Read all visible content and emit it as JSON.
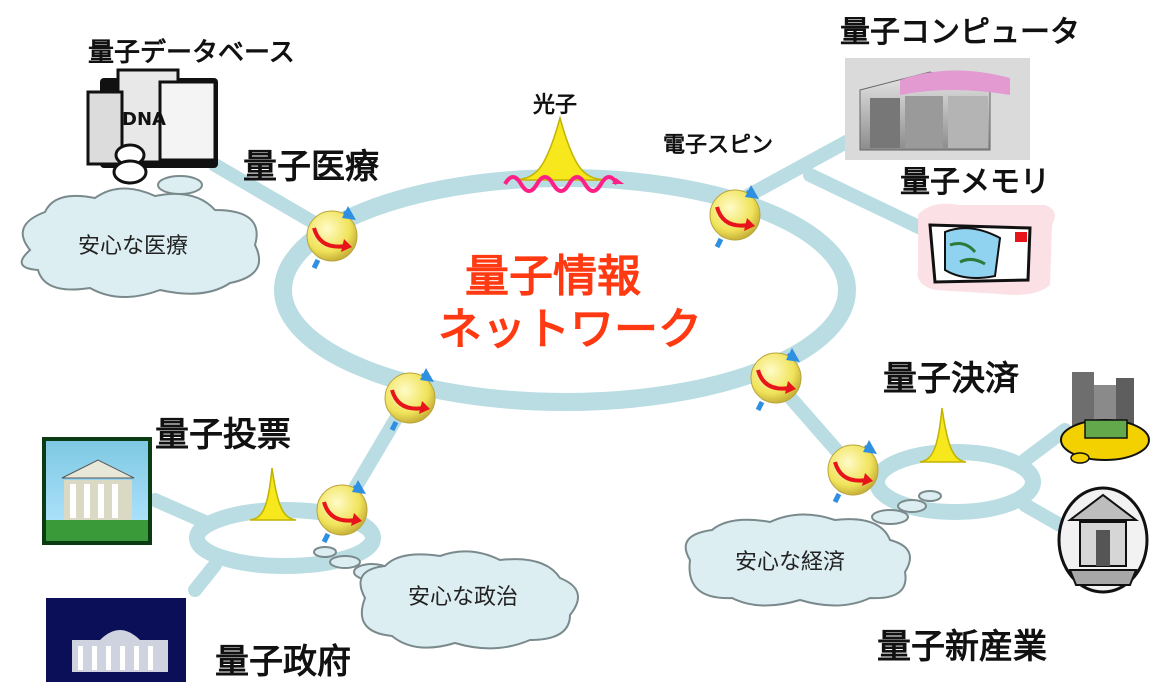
{
  "center": {
    "line1": "量子情報",
    "line2": "ネットワーク"
  },
  "labels": {
    "database": "量子データベース",
    "medical": "量子医療",
    "photon": "光子",
    "electron_spin": "電子スピン",
    "computer": "量子コンピュータ",
    "memory": "量子メモリ",
    "payment": "量子決済",
    "voting": "量子投票",
    "government": "量子政府",
    "new_industry": "量子新産業"
  },
  "clouds": {
    "medical": "安心な医療",
    "politics": "安心な政治",
    "economy": "安心な経済"
  },
  "illustrations": {
    "dna_book": "DNA"
  },
  "colors": {
    "network_line": "#b9dde3",
    "center_text": "#ff3a12",
    "spin_sphere": "#f3ea6a",
    "spin_arrow": "#e8141b",
    "spin_axis": "#2f8fe0",
    "photon_pulse": "#f6e81c",
    "photon_wave": "#ff1f87",
    "cloud_fill": "#dceef2"
  }
}
